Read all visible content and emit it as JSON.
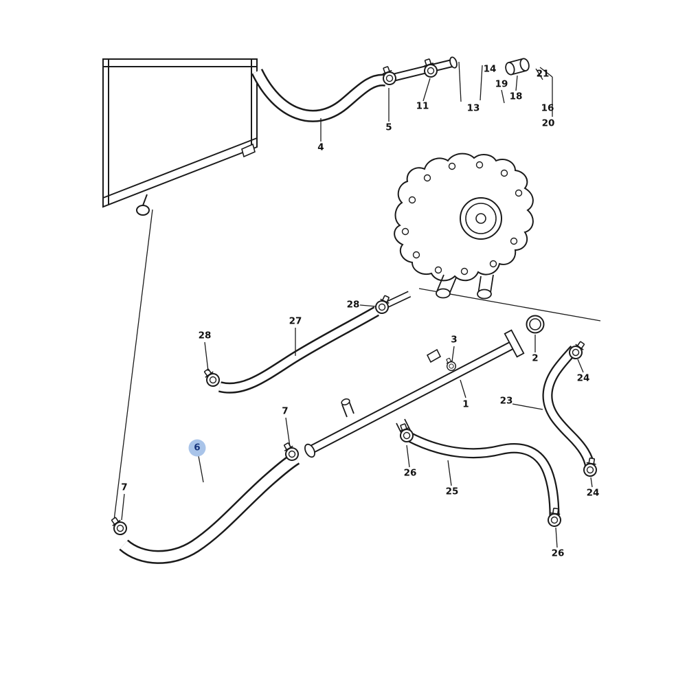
{
  "diagram": {
    "kind": "exploded-parts-diagram",
    "subject": "Radiator hoses, water pipe and clamps",
    "line_color": "#1a1a1a",
    "background": "#ffffff",
    "highlight": {
      "label": "6",
      "fill": "#a9c4e9",
      "text_color": "#17357d"
    },
    "labels": [
      {
        "text": "4"
      },
      {
        "text": "5"
      },
      {
        "text": "11"
      },
      {
        "text": "14"
      },
      {
        "text": "19"
      },
      {
        "text": "13"
      },
      {
        "text": "18"
      },
      {
        "text": "21"
      },
      {
        "text": "16"
      },
      {
        "text": "20"
      },
      {
        "text": "28"
      },
      {
        "text": "27"
      },
      {
        "text": "28"
      },
      {
        "text": "3"
      },
      {
        "text": "2"
      },
      {
        "text": "1"
      },
      {
        "text": "23"
      },
      {
        "text": "24"
      },
      {
        "text": "7"
      },
      {
        "text": "6",
        "highlighted": true
      },
      {
        "text": "26"
      },
      {
        "text": "25"
      },
      {
        "text": "24"
      },
      {
        "text": "7"
      },
      {
        "text": "26"
      }
    ]
  }
}
